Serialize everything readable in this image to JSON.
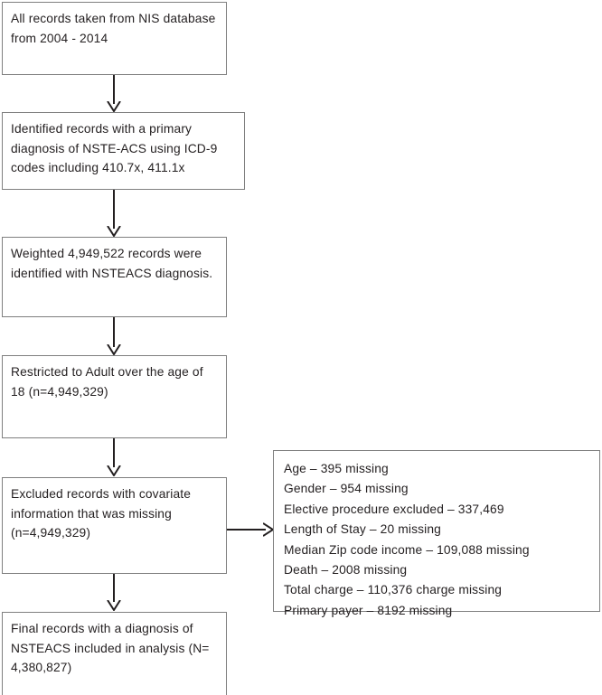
{
  "diagram": {
    "title": "NSTE-ACS NIS study record selection flowchart",
    "line_color": "#231f20",
    "box_border_color": "#7f7f7f",
    "background_color": "#ffffff"
  },
  "boxes": {
    "source": {
      "text": "All records taken from NIS database from 2004 - 2014"
    },
    "identified": {
      "text": "Identified records with a primary diagnosis of NSTE-ACS using ICD-9 codes including 410.7x, 411.1x"
    },
    "weighted": {
      "text": "Weighted 4,949,522 records were identified with NSTEACS diagnosis."
    },
    "adults": {
      "text": "Restricted to Adult over the age of 18 (n=4,949,329)"
    },
    "excluded": {
      "text": "Excluded records with covariate information that was missing (n=4,949,329)"
    },
    "final": {
      "text": "Final records with a diagnosis of NSTEACS included in analysis (N= 4,380,827)"
    }
  },
  "missing_covariates": {
    "items": [
      "Age – 395 missing",
      "Gender – 954 missing",
      "Elective procedure excluded – 337,469",
      "Length of Stay – 20 missing",
      "Median Zip code income – 109,088 missing",
      "Death – 2008 missing",
      "Total charge – 110,376 charge missing",
      "Primary payer –  8192 missing"
    ]
  },
  "chart_data": {
    "type": "table",
    "title": "NSTE-ACS NIS study record selection flowchart",
    "steps": [
      {
        "id": "source",
        "label": "All records taken from NIS database from 2004 - 2014",
        "n": null
      },
      {
        "id": "identified",
        "label": "Identified records with a primary diagnosis of NSTE-ACS using ICD-9 codes including 410.7x, 411.1x",
        "n": null
      },
      {
        "id": "weighted",
        "label": "Weighted records identified with NSTEACS diagnosis",
        "n": 4949522
      },
      {
        "id": "adults",
        "label": "Restricted to Adult over the age of 18",
        "n": 4949329
      },
      {
        "id": "excluded",
        "label": "Excluded records with covariate information that was missing",
        "n": 4949329
      },
      {
        "id": "final",
        "label": "Final records with a diagnosis of NSTEACS included in analysis",
        "n": 4380827
      }
    ],
    "exclusions": [
      {
        "covariate": "Age",
        "count": 395,
        "note": "missing"
      },
      {
        "covariate": "Gender",
        "count": 954,
        "note": "missing"
      },
      {
        "covariate": "Elective procedure excluded",
        "count": 337469,
        "note": ""
      },
      {
        "covariate": "Length of Stay",
        "count": 20,
        "note": "missing"
      },
      {
        "covariate": "Median Zip code income",
        "count": 109088,
        "note": "missing"
      },
      {
        "covariate": "Death",
        "count": 2008,
        "note": "missing"
      },
      {
        "covariate": "Total charge",
        "count": 110376,
        "note": "charge missing"
      },
      {
        "covariate": "Primary payer",
        "count": 8192,
        "note": "missing"
      }
    ]
  }
}
